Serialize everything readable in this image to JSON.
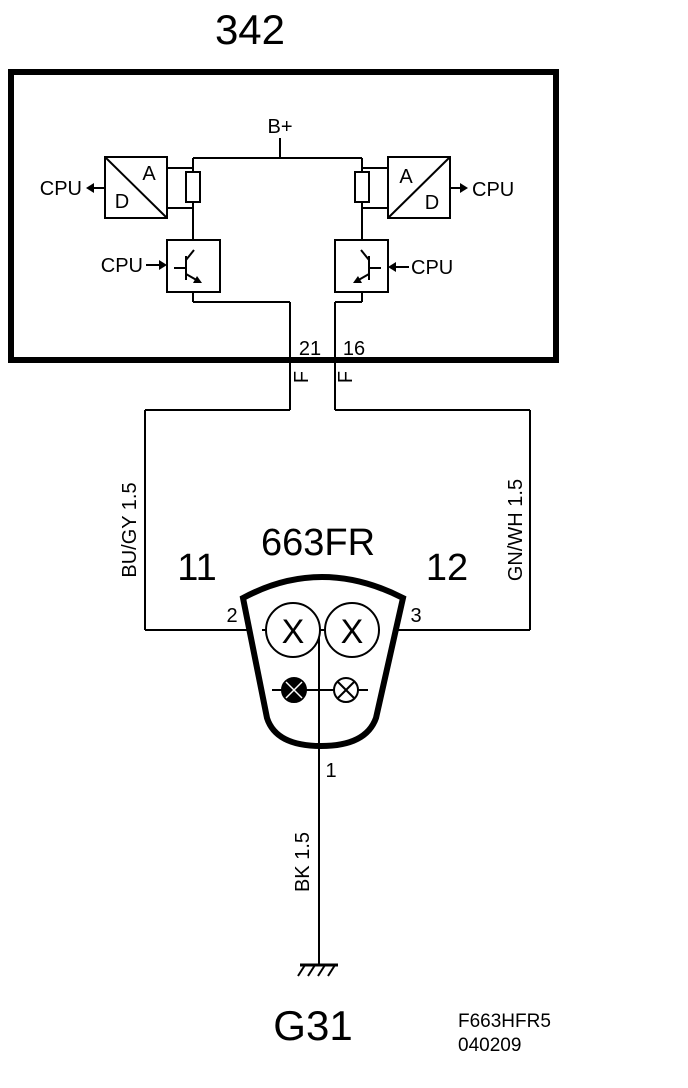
{
  "module": {
    "id": "342",
    "supply": "B+",
    "cpu_label": "CPU",
    "adc_top": "A",
    "adc_bottom": "D",
    "pin_left": "21",
    "pin_right": "16",
    "connector_left": "F",
    "connector_right": "F"
  },
  "wires": {
    "left": "BU/GY  1.5",
    "right": "GN/WH  1.5",
    "ground": "BK  1.5"
  },
  "lamp": {
    "id": "663FR",
    "terminal_left": "11",
    "terminal_right": "12",
    "pin_left": "2",
    "pin_right": "3",
    "pin_ground": "1",
    "bulb_symbol": "X"
  },
  "ground": {
    "id": "G31"
  },
  "drawing": {
    "code": "F663HFR5",
    "date": "040209"
  }
}
